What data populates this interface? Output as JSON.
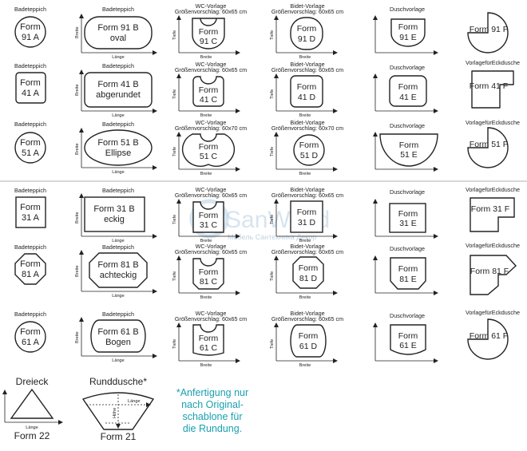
{
  "row_titles": {
    "badeteppich": "Badeteppich",
    "wc_vorlage": "WC-Vorlage",
    "wc_groesse_60x65": "Größenvorschlag: 60x65 cm",
    "wc_groesse_60x70": "Größenvorschlag: 60x70 cm",
    "bidet_vorlage": "Bidet-Vorlage",
    "bidet_groesse_60x65": "Größenvorschlag: 60x65 cm",
    "bidet_groesse_60x70": "Größenvorschlag: 60x70 cm",
    "duschvorlage": "Duschvorlage",
    "eckdusche": "VorlagefürEckdusche"
  },
  "axis": {
    "breite": "Breite",
    "laenge": "Länge",
    "tiefe": "Tiefe",
    "hoehe": "Höhe"
  },
  "rows": [
    {
      "a": [
        "Form",
        "91 A"
      ],
      "b": [
        "Form 91 B",
        "oval"
      ],
      "c": [
        "Form",
        "91 C"
      ],
      "d": [
        "Form",
        "91 D"
      ],
      "e": [
        "Form",
        "91 E"
      ],
      "f": "Form 91 F"
    },
    {
      "a": [
        "Form",
        "41 A"
      ],
      "b": [
        "Form 41 B",
        "abgerundet"
      ],
      "c": [
        "Form",
        "41 C"
      ],
      "d": [
        "Form",
        "41 D"
      ],
      "e": [
        "Form",
        "41 E"
      ],
      "f": "Form 41 F"
    },
    {
      "a": [
        "Form",
        "51 A"
      ],
      "b": [
        "Form 51 B",
        "Ellipse"
      ],
      "c": [
        "Form",
        "51 C"
      ],
      "d": [
        "Form",
        "51 D"
      ],
      "e": [
        "Form",
        "51 E"
      ],
      "f": "Form 51 F"
    },
    {
      "a": [
        "Form",
        "31 A"
      ],
      "b": [
        "Form 31 B",
        "eckig"
      ],
      "c": [
        "Form",
        "31 C"
      ],
      "d": [
        "Form",
        "31 D"
      ],
      "e": [
        "Form",
        "31 E"
      ],
      "f": "Form 31 F"
    },
    {
      "a": [
        "Form",
        "81 A"
      ],
      "b": [
        "Form 81 B",
        "achteckig"
      ],
      "c": [
        "Form",
        "81 C"
      ],
      "d": [
        "Form",
        "81 D"
      ],
      "e": [
        "Form",
        "81 E"
      ],
      "f": "Form 81 F"
    },
    {
      "a": [
        "Form",
        "61 A"
      ],
      "b": [
        "Form 61 B",
        "Bogen"
      ],
      "c": [
        "Form",
        "61 C"
      ],
      "d": [
        "Form",
        "61 D"
      ],
      "e": [
        "Form",
        "61 E"
      ],
      "f": "Form 61 F"
    }
  ],
  "bottom": {
    "dreieck": "Dreieck",
    "dreieck_form": "Form 22",
    "runddusche": "Runddusche*",
    "runddusche_form": "Form 21",
    "note_lines": [
      "*Anfertigung nur",
      "nach Original-",
      "schablone für",
      "die Rundung."
    ]
  },
  "watermark": {
    "brand": "SanWorld",
    "tagline": "Мебель Сантехника Декор"
  }
}
